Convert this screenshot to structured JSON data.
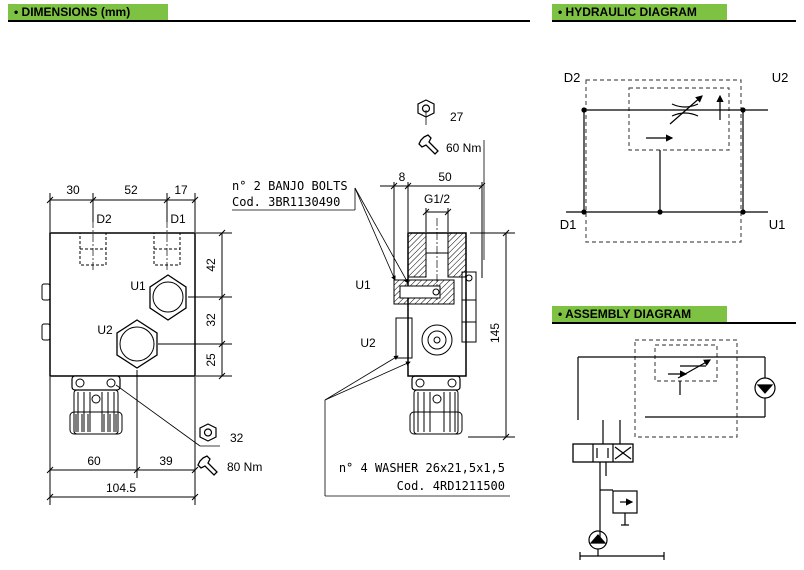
{
  "headers": {
    "dimensions": "• DIMENSIONS (mm)",
    "hydraulic": "• HYDRAULIC DIAGRAM",
    "assembly": "• ASSEMBLY DIAGRAM"
  },
  "front_view": {
    "dim_top": [
      "30",
      "52",
      "17"
    ],
    "ports": {
      "d2": "D2",
      "d1": "D1",
      "u1": "U1",
      "u2": "U2"
    },
    "dim_right": [
      "42",
      "32",
      "25"
    ],
    "dim_bottom": [
      "60",
      "39"
    ],
    "dim_total": "104.5",
    "wrench_size": "32",
    "torque": "80 Nm"
  },
  "side_view": {
    "wrench_size": "27",
    "torque": "60 Nm",
    "dim_8": "8",
    "dim_50": "50",
    "thread": "G1/2",
    "height": "145",
    "u1": "U1",
    "u2": "U2"
  },
  "notes": {
    "banjo_line1": "n° 2 BANJO BOLTS",
    "banjo_line2": "Cod. 3BR1130490",
    "washer_line1": "n° 4 WASHER 26x21,5x1,5",
    "washer_line2": "Cod. 4RD1211500"
  },
  "hydraulic": {
    "d2": "D2",
    "u2": "U2",
    "d1": "D1",
    "u1": "U1"
  }
}
